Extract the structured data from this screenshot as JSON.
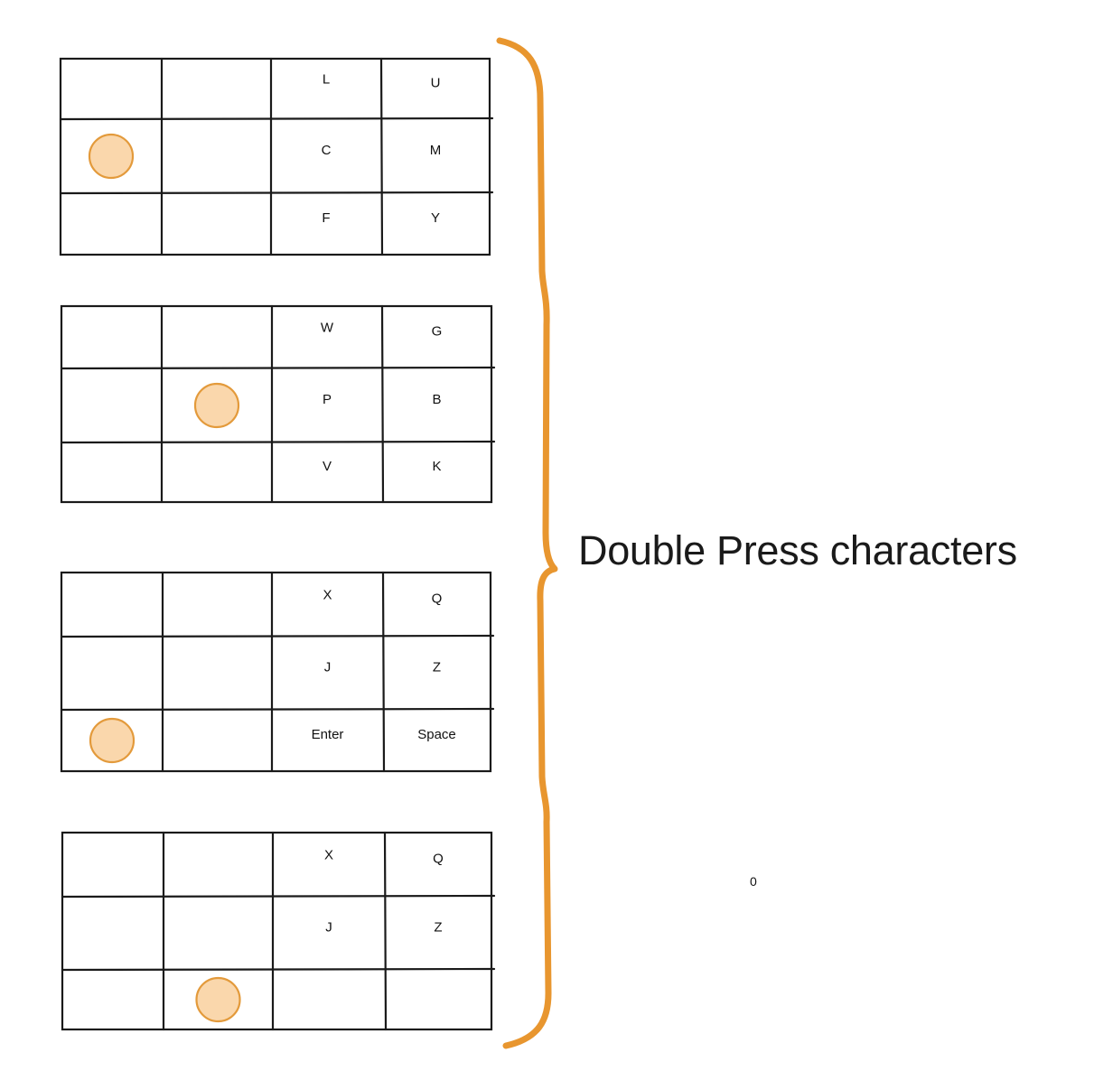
{
  "caption": "Double Press characters",
  "stray_text": "0",
  "colors": {
    "accent": "#e8962f",
    "dot_fill": "#fad7ac",
    "dot_stroke": "#e39a3b",
    "line": "#1a1a1a"
  },
  "grids": [
    {
      "dot": {
        "row": 1,
        "col": 0
      },
      "labels": [
        [
          "",
          "",
          "L",
          "U"
        ],
        [
          "",
          "",
          "C",
          "M"
        ],
        [
          "",
          "",
          "F",
          "Y"
        ]
      ]
    },
    {
      "dot": {
        "row": 1,
        "col": 1
      },
      "labels": [
        [
          "",
          "",
          "W",
          "G"
        ],
        [
          "",
          "",
          "P",
          "B"
        ],
        [
          "",
          "",
          "V",
          "K"
        ]
      ]
    },
    {
      "dot": {
        "row": 2,
        "col": 0
      },
      "labels": [
        [
          "",
          "",
          "X",
          "Q"
        ],
        [
          "",
          "",
          "J",
          "Z"
        ],
        [
          "",
          "",
          "Enter",
          "Space"
        ]
      ]
    },
    {
      "dot": {
        "row": 2,
        "col": 1
      },
      "labels": [
        [
          "",
          "",
          "X",
          "Q"
        ],
        [
          "",
          "",
          "J",
          "Z"
        ],
        [
          "",
          "",
          "",
          ""
        ]
      ]
    }
  ]
}
